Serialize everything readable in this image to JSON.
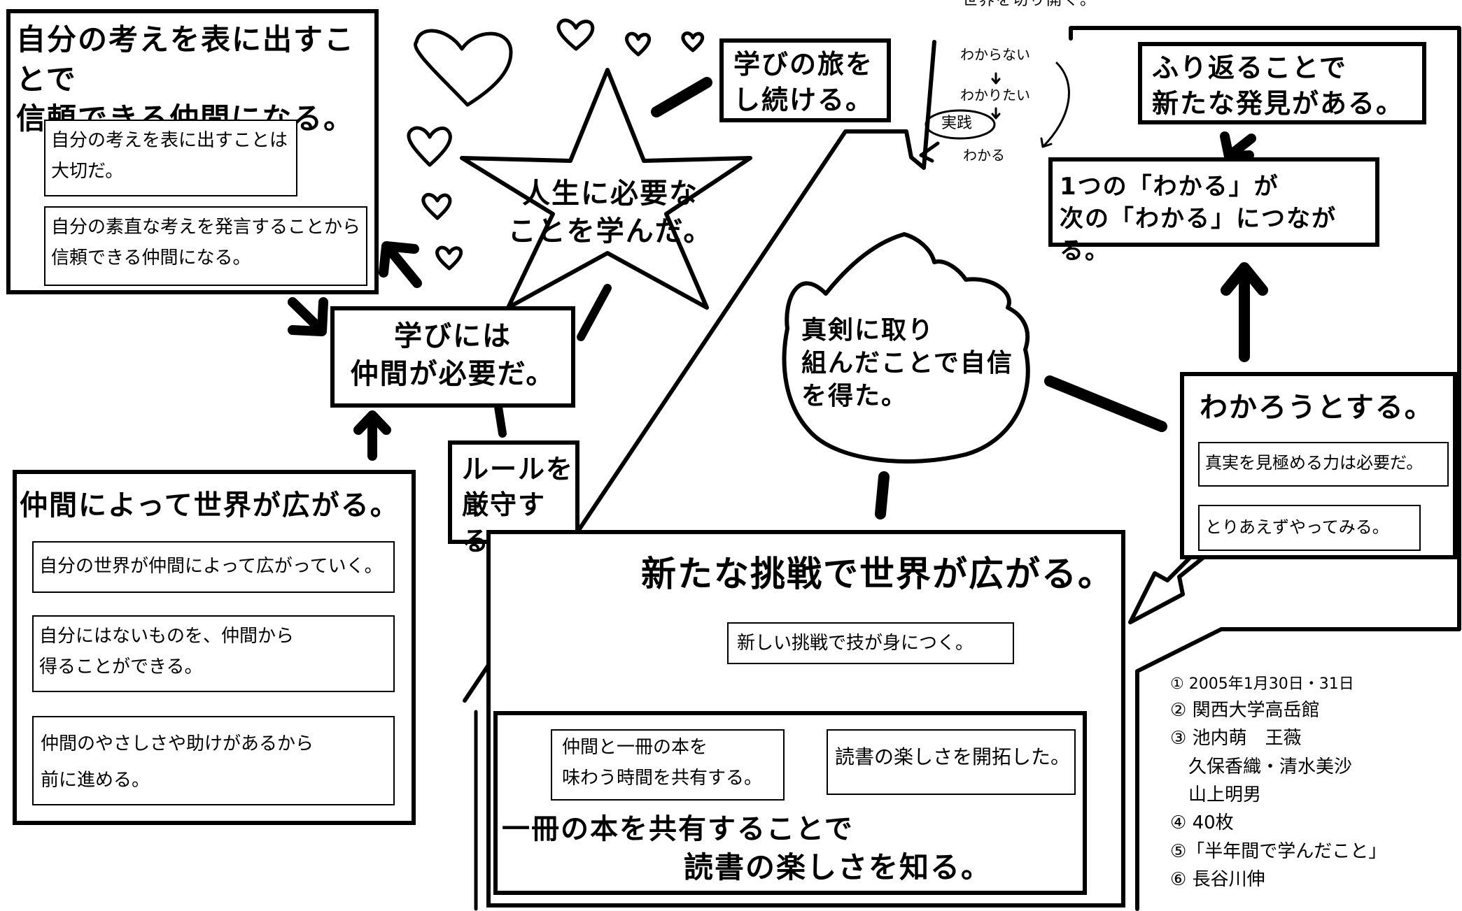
{
  "top_partial": "世界を切り開く。",
  "star": {
    "text": "人生に必要な\nことを学んだ。"
  },
  "self_expression": {
    "title": "自分の考えを表に出すことで\n信頼できる仲間になる。",
    "items": [
      "自分の考えを表に出すことは\n大切だ。",
      "自分の素直な考えを発言することから\n信頼できる仲間になる。"
    ]
  },
  "keep_learning": "学びの旅を\nし続ける。",
  "need_friends": "学びには\n仲間が必要だ。",
  "follow_rules": "ルールを\n厳守する。",
  "world_expands": {
    "title": "仲間によって世界が広がる。",
    "items": [
      "自分の世界が仲間によって広がっていく。",
      "自分にはないものを、仲間から\n得ることができる。",
      "仲間のやさしさや助けがあるから\n前に進める。"
    ]
  },
  "understanding_flow": {
    "steps": [
      "わからない",
      "わかりたい",
      "わかる"
    ],
    "practice": "実践"
  },
  "reflection": "ふり返ることで\n新たな発見がある。",
  "connect": "1つの「わかる」が\n次の「わかる」につながる。",
  "flame": "真剣に取り\n組んだことで自信\nを得た。",
  "try_to_understand": {
    "title": "わかろうとする。",
    "items": [
      "真実を見極める力は必要だ。",
      "とりあえずやってみる。"
    ]
  },
  "new_challenge": {
    "title": "新たな挑戦で世界が広がる。",
    "item": "新しい挑戦で技が身につく。"
  },
  "reading": {
    "items": [
      "仲間と一冊の本を\n味わう時間を共有する。",
      "読書の楽しさを開拓した。"
    ],
    "title_line1": "一冊の本を共有することで",
    "title_line2": "読書の楽しさを知る。"
  },
  "info": [
    "① 2005年1月30日・31日",
    "② 関西大学高岳館",
    "③ 池内萌　王薇",
    "　久保香織・清水美沙",
    "　山上明男",
    "④ 40枚",
    "⑤「半年間で学んだこと」",
    "⑥ 長谷川伸"
  ]
}
